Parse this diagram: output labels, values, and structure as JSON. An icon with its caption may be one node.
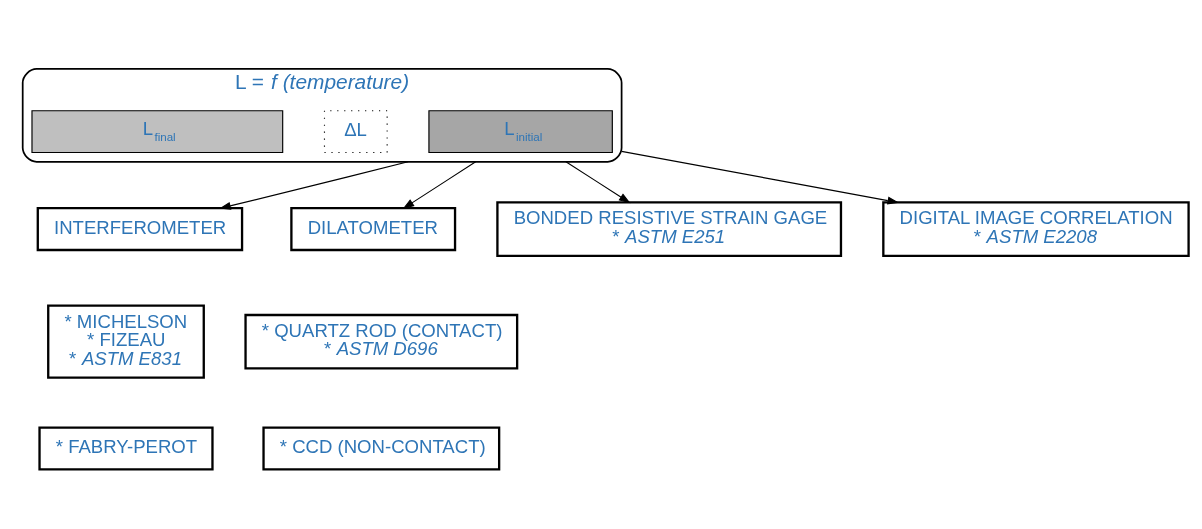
{
  "diagram": {
    "nodes": [
      {
        "text": [
          "L = *f (temperature)*"
        ]
      },
      {
        "text": [
          "L$_{initial}$"
        ],
        "in": 0
      },
      {
        "text": [
          "ΔL"
        ],
        "in": 0
      },
      {
        "text": [
          "L$_{final}$"
        ],
        "in": 0
      },
      {
        "text": [
          "INTERFEROMETER"
        ]
      },
      {
        "text": [
          "* MICHELSON",
          "* FIZEAU",
          "* *ASTM E831*"
        ]
      },
      {
        "text": [
          "* FABRY-PEROT"
        ]
      },
      {
        "text": [
          "DILATOMETER"
        ]
      },
      {
        "text": [
          "* QUARTZ ROD (CONTACT)",
          "* *ASTM D696*"
        ]
      },
      {
        "text": [
          "* CCD (NON-CONTACT)"
        ]
      },
      {
        "text": [
          "BONDED RESISTIVE STRAIN GAGE",
          "* *ASTM E251*"
        ]
      },
      {
        "text": [
          "DIGITAL IMAGE CORRELATION",
          "* *ASTM E2208*"
        ]
      }
    ],
    "edges": [
      {
        "from": 0,
        "to": 4,
        "arrow": "to"
      },
      {
        "from": 0,
        "to": 7,
        "arrow": "to"
      },
      {
        "from": 0,
        "to": 10,
        "arrow": "to"
      },
      {
        "from": 0,
        "to": 11,
        "arrow": "to"
      }
    ]
  }
}
